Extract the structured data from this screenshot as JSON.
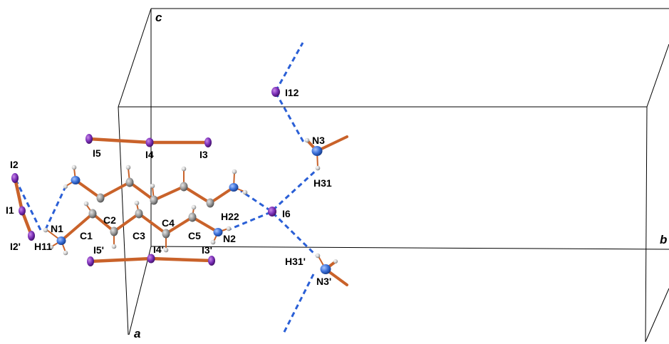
{
  "axes": {
    "a": "a",
    "b": "b",
    "c": "c"
  },
  "atom_labels": {
    "I2": "I2",
    "I1": "I1",
    "I2p": "I2'",
    "H11": "H11",
    "N1": "N1",
    "C1": "C1",
    "C2": "C2",
    "C3": "C3",
    "C4": "C4",
    "C5": "C5",
    "N2": "N2",
    "H22": "H22",
    "I6": "I6",
    "I12": "I12",
    "N3": "N3",
    "H31": "H31",
    "H31p": "H31'",
    "N3p": "N3'",
    "I5": "I5",
    "I4": "I4",
    "I3": "I3",
    "I5p": "I5'",
    "I4p": "I4'",
    "I3p": "I3'"
  },
  "colors": {
    "iodine": "#7b2fb8",
    "nitrogen": "#3a6fd8",
    "carbon": "#9a9a9a",
    "hydrogen": "#c8c8c8",
    "bond": "#c9622a",
    "hydrogen_bond": "#2a5fd6",
    "cell_edge": "#000000"
  }
}
